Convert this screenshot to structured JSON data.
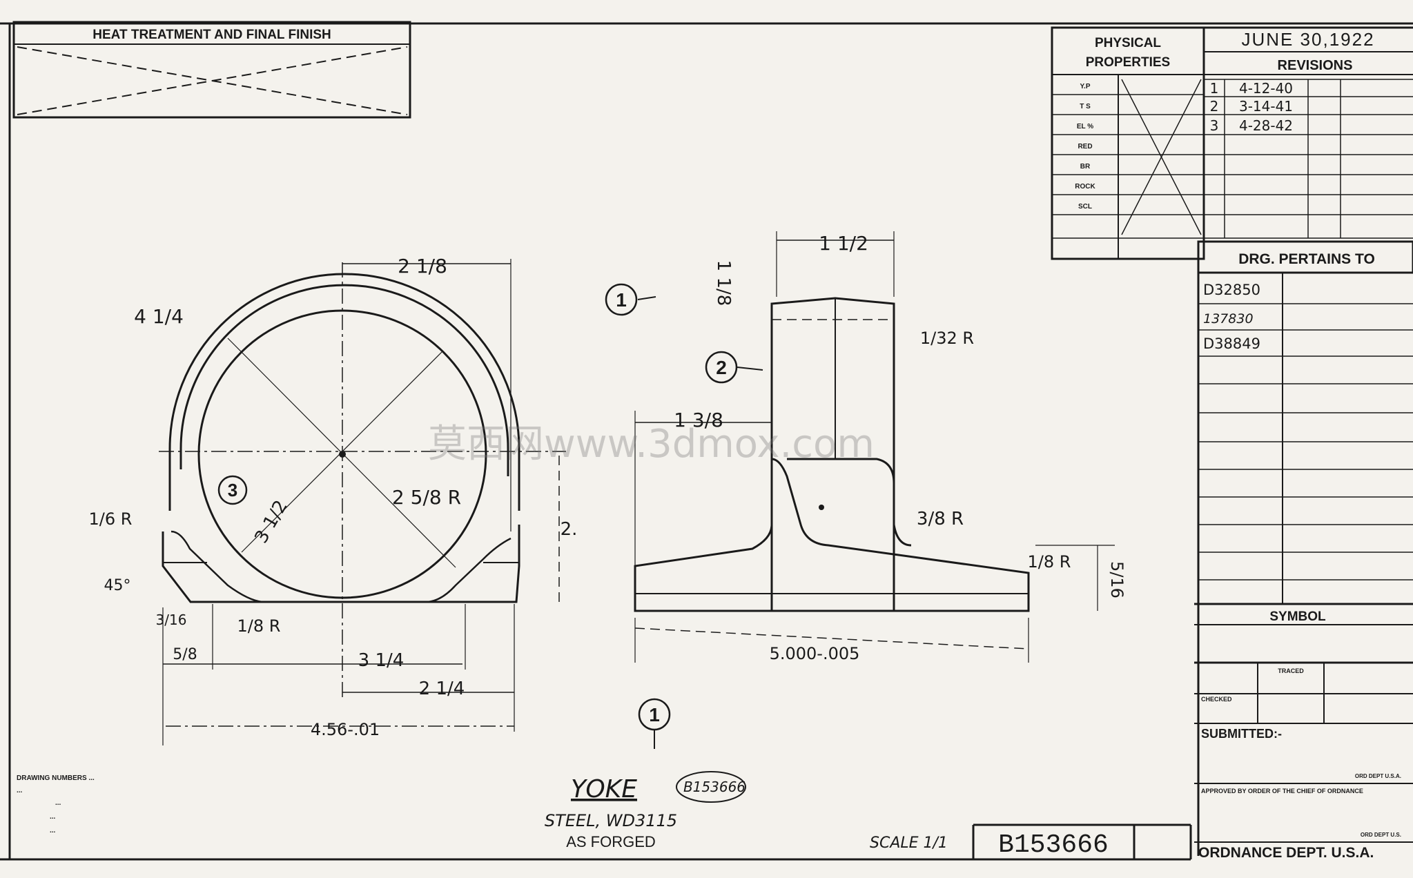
{
  "title_block": {
    "heat_treatment_header": "HEAT TREATMENT AND FINAL FINISH",
    "physical_properties": [
      "PHYSICAL",
      "PROPERTIES"
    ],
    "prop_rows": [
      "Y.P",
      "T S",
      "EL %",
      "RED",
      "BR",
      "ROCK",
      "SCL"
    ],
    "date": "JUNE 30,1922",
    "revisions_header": "REVISIONS",
    "revisions": [
      {
        "no": "1",
        "date": "4-12-40"
      },
      {
        "no": "2",
        "date": "3-14-41"
      },
      {
        "no": "3",
        "date": "4-28-42"
      }
    ],
    "pertains_header": "DRG. PERTAINS TO",
    "pertains": [
      "D32850",
      "137830",
      "D38849"
    ],
    "symbol_header": "SYMBOL",
    "traced": "TRACED",
    "checked": "CHECKED",
    "submitted": "SUBMITTED:-",
    "approved": "APPROVED BY ORDER OF THE CHIEF OF ORDNANCE",
    "ord_dept_1": "ORD DEPT U.S.A.",
    "ord_dept_2": "ORD DEPT U.S.",
    "footer_dept": "ORDNANCE DEPT. U.S.A.",
    "drawing_number": "B153666",
    "scale": "SCALE 1/1"
  },
  "part": {
    "name": "YOKE",
    "part_no": "B153666",
    "material": "STEEL, WD3115",
    "condition": "AS FORGED"
  },
  "dims_front": {
    "top_width": "2 1/8",
    "outer_radius": "4 1/4",
    "inner_radius": "2 5/8 R",
    "bore": "3 1/2",
    "height": "2.",
    "fillet_top": "1/6 R",
    "chamfer": "45°",
    "fillet_bottom": "1/8 R",
    "left_step": "3/16",
    "left_offset": "5/8",
    "span": "3 1/4",
    "half_span": "2 1/4",
    "overall": "4.56-.01"
  },
  "dims_side": {
    "top_width": "1 1/2",
    "top_height": "1 1/8",
    "corner_radius": "1/32 R",
    "left_offset": "1 3/8",
    "fillet": "3/8 R",
    "end_radius": "1/8 R",
    "flange_height": "5/16",
    "overall_length": "5.000-.005"
  },
  "callouts": [
    "1",
    "2",
    "3",
    "1"
  ],
  "watermark": "莫西网www.3dmox.com",
  "notes_bottom_left": [
    "DRAWING NUMBERS ...",
    "...",
    "...",
    "...",
    "..."
  ]
}
